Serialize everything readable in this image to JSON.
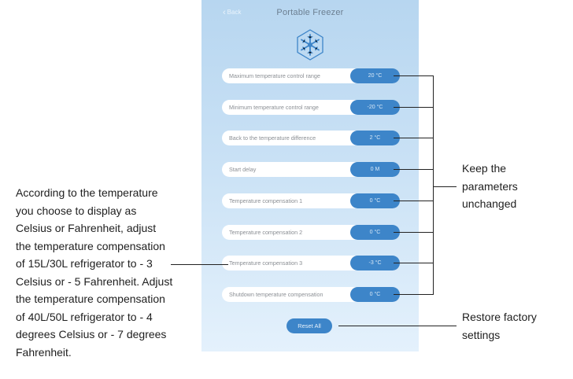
{
  "app": {
    "back_label": "Back",
    "title": "Portable Freezer",
    "logo_icon": "snowflake-hexagon-icon"
  },
  "settings": [
    {
      "label": "Maximum temperature control range",
      "value": "20 °C"
    },
    {
      "label": "Minimum temperature control range",
      "value": "-20 °C"
    },
    {
      "label": "Back to the temperature difference",
      "value": "2 °C"
    },
    {
      "label": "Start delay",
      "value": "0 M"
    },
    {
      "label": "Temperature compensation 1",
      "value": "0 °C"
    },
    {
      "label": "Temperature compensation 2",
      "value": "0 °C"
    },
    {
      "label": "Temperature compensation 3",
      "value": "-3 °C"
    },
    {
      "label": "Shutdown temperature compensation",
      "value": "0 °C"
    }
  ],
  "reset_label": "Reset All",
  "annotations": {
    "left_note": "According to the temperature you choose to display as Celsius or Fahrenheit, adjust the temperature compensation of 15L/30L refrigerator to - 3 Celsius or - 5 Fahrenheit. Adjust the temperature compensation of 40L/50L refrigerator to - 4 degrees Celsius or - 7 degrees Fahrenheit.",
    "keep_note": "Keep the parameters unchanged",
    "restore_note": "Restore factory settings"
  },
  "colors": {
    "accent": "#3d85c9",
    "panel_top": "#b7d6f0",
    "panel_bottom": "#e4f1fc"
  }
}
